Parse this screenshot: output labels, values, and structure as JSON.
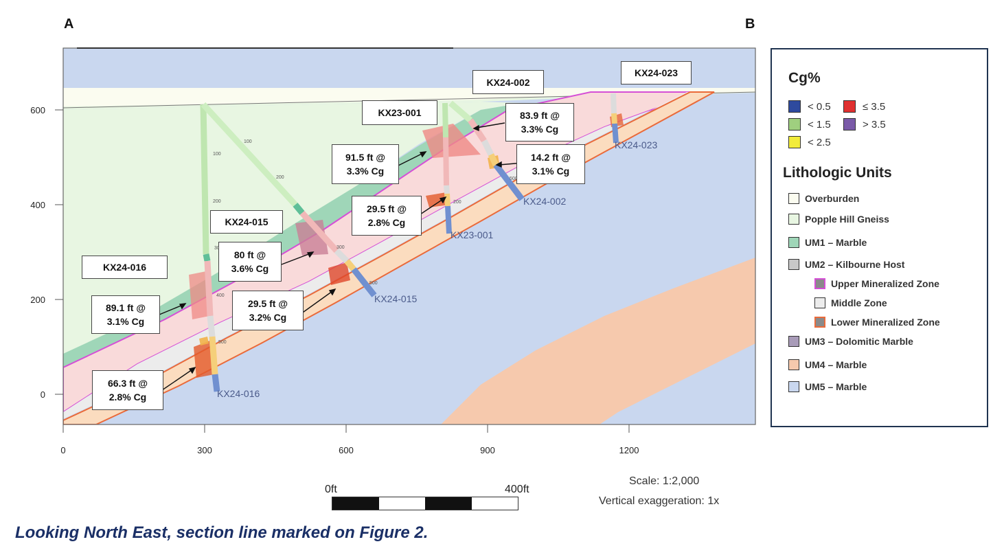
{
  "section_labels": {
    "start": "A",
    "end": "B"
  },
  "axes": {
    "x_ticks": [
      "0",
      "300",
      "600",
      "900",
      "1200"
    ],
    "y_ticks": [
      "600",
      "400",
      "200",
      "0"
    ]
  },
  "drill_holes": [
    {
      "id": "KX24-016",
      "label": "KX24-016",
      "trace_label": "KX24-016"
    },
    {
      "id": "KX24-015",
      "label": "KX24-015",
      "trace_label": "KX24-015"
    },
    {
      "id": "KX23-001",
      "label": "KX23-001",
      "trace_label": "KX23-001"
    },
    {
      "id": "KX24-002",
      "label": "KX24-002",
      "trace_label": "KX24-002"
    },
    {
      "id": "KX24-023",
      "label": "KX24-023",
      "trace_label": "KX24-023"
    }
  ],
  "depth_marks": [
    "100",
    "200",
    "300",
    "400",
    "500",
    "100",
    "200",
    "300",
    "500",
    "200",
    "500"
  ],
  "intercepts": [
    {
      "line1": "89.1 ft @",
      "line2": "3.1% Cg"
    },
    {
      "line1": "66.3 ft @",
      "line2": "2.8% Cg"
    },
    {
      "line1": "80 ft @",
      "line2": "3.6% Cg"
    },
    {
      "line1": "29.5 ft @",
      "line2": "3.2% Cg"
    },
    {
      "line1": "91.5 ft @",
      "line2": "3.3% Cg"
    },
    {
      "line1": "29.5 ft @",
      "line2": "2.8% Cg"
    },
    {
      "line1": "83.9 ft @",
      "line2": "3.3% Cg"
    },
    {
      "line1": "14.2 ft @",
      "line2": "3.1% Cg"
    }
  ],
  "legend": {
    "cg_title": "Cg%",
    "cg_items": [
      {
        "label": "< 0.5",
        "color": "#2e4a9e"
      },
      {
        "label": "≤ 3.5",
        "color": "#e03030"
      },
      {
        "label": "< 1.5",
        "color": "#9fcf7f"
      },
      {
        "label": "> 3.5",
        "color": "#7a5aa8"
      },
      {
        "label": "< 2.5",
        "color": "#f2ec3a"
      }
    ],
    "litho_title": "Lithologic Units",
    "litho_items": [
      {
        "label": "Overburden",
        "color": "#fbfcf0"
      },
      {
        "label": "Popple Hill Gneiss",
        "color": "#e8f6e2"
      },
      {
        "label": "UM1 – Marble",
        "color": "#9fd6b8"
      },
      {
        "label": "UM2 – Kilbourne Host",
        "color": "#c8c8c8"
      },
      {
        "label": "Upper Mineralized Zone",
        "color": "#8a8a8a",
        "border": "#d54fd6"
      },
      {
        "label": "Middle Zone",
        "color": "#ececec"
      },
      {
        "label": "Lower Mineralized  Zone",
        "color": "#8a8a8a",
        "border": "#ea6a3a"
      },
      {
        "label": "UM3 – Dolomitic Marble",
        "color": "#a89bb8"
      },
      {
        "label": "UM4 – Marble",
        "color": "#f6c9ad"
      },
      {
        "label": "UM5 – Marble",
        "color": "#c9d7ef"
      }
    ]
  },
  "scale": {
    "text": "Scale: 1:2,000",
    "exaggeration": "Vertical exaggeration: 1x"
  },
  "scalebar": {
    "left": "0ft",
    "right": "400ft"
  },
  "caption": "Looking North East, section line marked on Figure 2."
}
